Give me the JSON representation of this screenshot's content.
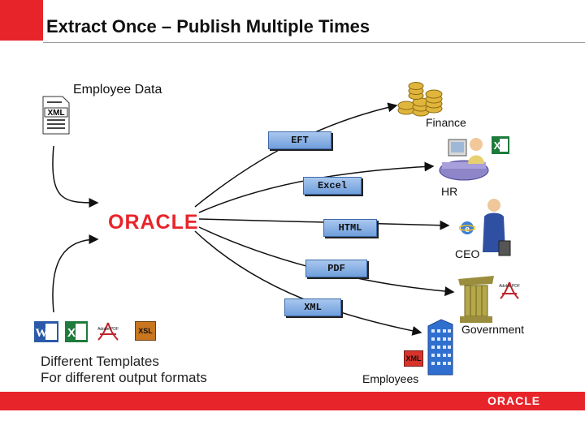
{
  "title": "Extract Once – Publish Multiple Times",
  "source_label": "Employee Data",
  "engine_logo": "ORACLE",
  "templates_text": {
    "line1": "Different Templates",
    "line2": "For different output formats"
  },
  "formats": [
    "EFT",
    "Excel",
    "HTML",
    "PDF",
    "XML"
  ],
  "targets": {
    "finance": "Finance",
    "hr": "HR",
    "ceo": "CEO",
    "government": "Government",
    "employees": "Employees"
  },
  "icons": {
    "xml_doc": "XML",
    "xsl_doc": "XSL",
    "xml_badge": "XML",
    "word": "W",
    "excel": "X",
    "pdf": "Adobe PDF"
  },
  "footer_logo": "ORACLE",
  "colors": {
    "brand_red": "#e8242b",
    "format_box": "#8fb4e6"
  }
}
